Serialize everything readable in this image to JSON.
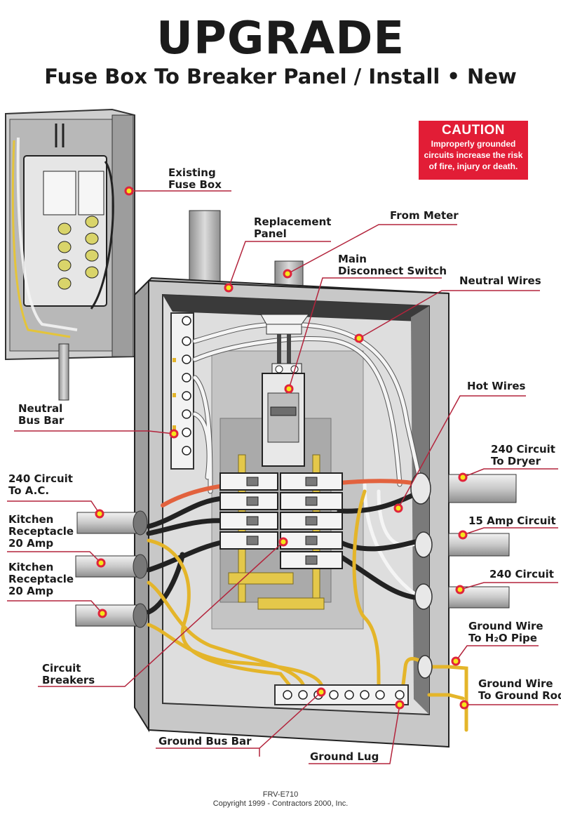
{
  "header": {
    "title": "UPGRADE",
    "subtitle": "Fuse Box To Breaker Panel / Install  • New"
  },
  "caution": {
    "heading": "CAUTION",
    "lines": [
      "Improperly grounded",
      "circuits increase the risk",
      "of fire, injury or death."
    ],
    "color": "#e21d36"
  },
  "labels": {
    "existing_fuse_box": [
      "Existing",
      "Fuse Box"
    ],
    "replacement_panel": [
      "Replacement",
      "Panel"
    ],
    "from_meter": "From Meter",
    "main_disconnect": [
      "Main",
      "Disconnect Switch"
    ],
    "neutral_wires": "Neutral Wires",
    "hot_wires": "Hot Wires",
    "neutral_bus_bar": [
      "Neutral",
      "Bus Bar"
    ],
    "circuit_240_dryer": [
      "240 Circuit",
      "To Dryer"
    ],
    "circuit_240_ac": [
      "240 Circuit",
      "To A.C."
    ],
    "kitchen_receptacle_1": [
      "Kitchen",
      "Receptacle",
      "20 Amp"
    ],
    "kitchen_receptacle_2": [
      "Kitchen",
      "Receptacle",
      "20 Amp"
    ],
    "amp_15_circuit": "15 Amp Circuit",
    "circuit_240": "240 Circuit",
    "ground_wire_pipe": [
      "Ground Wire",
      "To H₂O Pipe"
    ],
    "ground_wire_rod": [
      "Ground Wire",
      "To Ground Rod"
    ],
    "circuit_breakers": [
      "Circuit",
      "Breakers"
    ],
    "ground_bus_bar": "Ground Bus Bar",
    "ground_lug": "Ground Lug"
  },
  "footer": {
    "code": "FRV-E710",
    "copyright": "Copyright 1999 - Contractors 2000, Inc."
  },
  "colors": {
    "leader": "#b3243c",
    "marker_fill": "#f5e61a",
    "marker_ring": "#e0243a",
    "hot_wire": "#222222",
    "red_wire": "#e2623e",
    "ground_wire": "#e4b52a",
    "neutral_wire": "#f4f4f4"
  }
}
